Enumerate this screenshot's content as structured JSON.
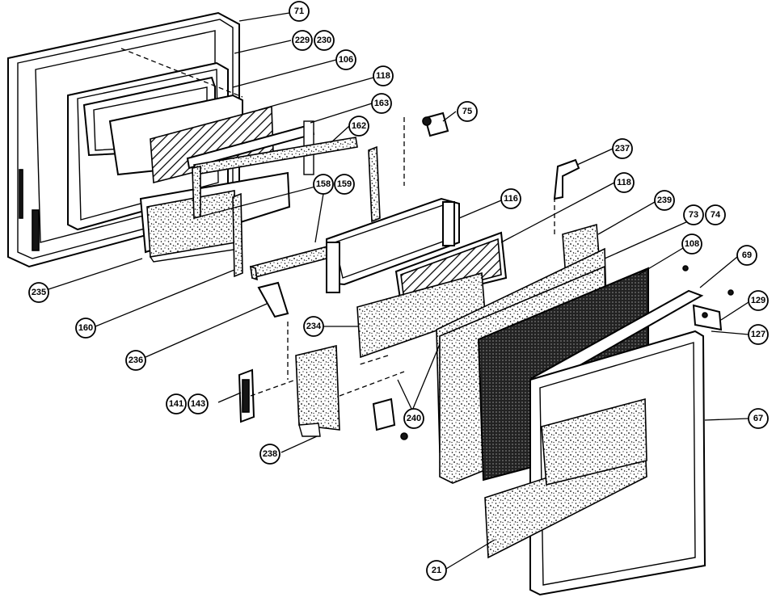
{
  "callouts": [
    {
      "id": "c71",
      "label": "71"
    },
    {
      "id": "c229",
      "label": "229"
    },
    {
      "id": "c230",
      "label": "230"
    },
    {
      "id": "c106",
      "label": "106"
    },
    {
      "id": "c118a",
      "label": "118"
    },
    {
      "id": "c163",
      "label": "163"
    },
    {
      "id": "c75",
      "label": "75"
    },
    {
      "id": "c162",
      "label": "162"
    },
    {
      "id": "c158",
      "label": "158"
    },
    {
      "id": "c159",
      "label": "159"
    },
    {
      "id": "c237",
      "label": "237"
    },
    {
      "id": "c116",
      "label": "116"
    },
    {
      "id": "c118b",
      "label": "118"
    },
    {
      "id": "c239",
      "label": "239"
    },
    {
      "id": "c73",
      "label": "73"
    },
    {
      "id": "c74",
      "label": "74"
    },
    {
      "id": "c108",
      "label": "108"
    },
    {
      "id": "c69",
      "label": "69"
    },
    {
      "id": "c235",
      "label": "235"
    },
    {
      "id": "c160",
      "label": "160"
    },
    {
      "id": "c129",
      "label": "129"
    },
    {
      "id": "c234",
      "label": "234"
    },
    {
      "id": "c127",
      "label": "127"
    },
    {
      "id": "c236",
      "label": "236"
    },
    {
      "id": "c141",
      "label": "141"
    },
    {
      "id": "c143",
      "label": "143"
    },
    {
      "id": "c67",
      "label": "67"
    },
    {
      "id": "c240",
      "label": "240"
    },
    {
      "id": "c238",
      "label": "238"
    },
    {
      "id": "c21",
      "label": "21"
    }
  ]
}
